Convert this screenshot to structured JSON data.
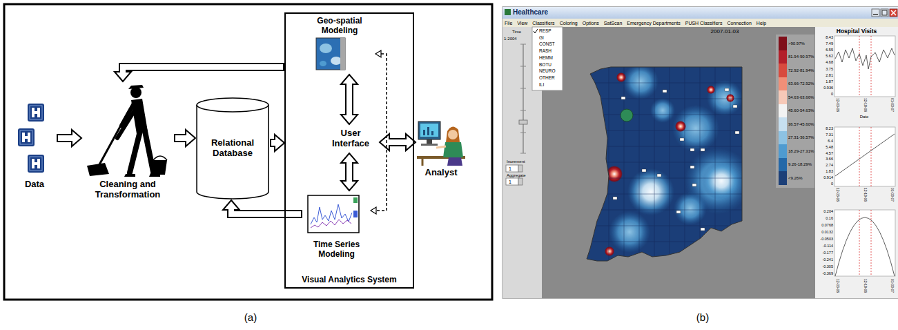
{
  "diagram": {
    "nodes": [
      {
        "text": [
          "Data"
        ]
      },
      {
        "text": [
          "Cleaning and Transformation"
        ]
      },
      {
        "text": [
          "Relational Database"
        ]
      },
      {
        "text": [
          "Visual Analytics System"
        ]
      },
      {
        "text": [
          "Geo-spatial Modeling"
        ],
        "in": 3
      },
      {
        "text": [
          "User Interface"
        ],
        "in": 3
      },
      {
        "text": [
          "Time Series Modeling"
        ],
        "in": 3
      },
      {
        "text": [
          "Analyst"
        ]
      }
    ],
    "edges": [
      {
        "from": 0,
        "to": 1,
        "arrow": "to"
      },
      {
        "from": 1,
        "to": 2,
        "arrow": "to"
      },
      {
        "from": 2,
        "to": 3,
        "arrow": "to"
      },
      {
        "from": 4,
        "to": 5,
        "arrow": "both"
      },
      {
        "from": 5,
        "to": 6,
        "arrow": "both"
      },
      {
        "from": 5,
        "to": 7,
        "arrow": "both"
      },
      {
        "from": 3,
        "to": 1,
        "arrow": "to"
      },
      {
        "from": 6,
        "to": 2,
        "arrow": "to"
      },
      {
        "from": 4,
        "to": 6,
        "arrow": "both"
      }
    ],
    "labels": [
      "(a)",
      "(b)",
      "Healthcare",
      "File",
      "View",
      "Classifiers",
      "Coloring",
      "Options",
      "SatScan",
      "Emergency Departments",
      "PUSH Classifiers",
      "Connection",
      "Help",
      "RESP",
      "GI",
      "CONST",
      "RASH",
      "HEMM",
      "BOTU",
      "NEURO",
      "OTHER",
      "ILI",
      "2007-01-03",
      "Time",
      "1-2004",
      "Increment",
      "1",
      "Aggregate",
      "1",
      "Hospital Visits",
      "8.43",
      "7.49",
      "6.55",
      "5.62",
      "4.68",
      "3.75",
      "2.81",
      "1.87",
      "0.936",
      "0",
      "Date",
      "12-03-06",
      "12-18-06",
      "01-03-07",
      "8.23",
      "7.31",
      "6.4",
      "5.48",
      "4.57",
      "3.66",
      "2.74",
      "1.83",
      "0.914",
      "0",
      "12-03-06",
      "12-18-06",
      "01-03-07",
      "0.204",
      "0.16",
      "0.0768",
      "0.0132",
      "-0.0503",
      "-0.114",
      "-0.177",
      "-0.241",
      "-0.305",
      "-0.369",
      "12-03-06",
      "12-18-06",
      "01-03-07"
    ],
    "legend": [
      {
        "text": ">90.97%",
        "color": "#7f0f1a"
      },
      {
        "text": "81.94-90.97%",
        "color": "#b31f2a"
      },
      {
        "text": "72.92-81.94%",
        "color": "#d84a3e"
      },
      {
        "text": "63.66-72.92%",
        "color": "#f08f78"
      },
      {
        "text": "54.63-63.66%",
        "color": "#f7c9b8"
      },
      {
        "text": "45.60-54.63%",
        "color": "#f3f3f3"
      },
      {
        "text": "36.57-45.60%",
        "color": "#c6dff0"
      },
      {
        "text": "27.31-36.57%",
        "color": "#8dc2e3"
      },
      {
        "text": "18.29-27.31%",
        "color": "#4f9bd0"
      },
      {
        "text": "9.26-18.29%",
        "color": "#2468a8"
      },
      {
        "text": "<9.26%",
        "color": "#1c3f78"
      }
    ]
  }
}
